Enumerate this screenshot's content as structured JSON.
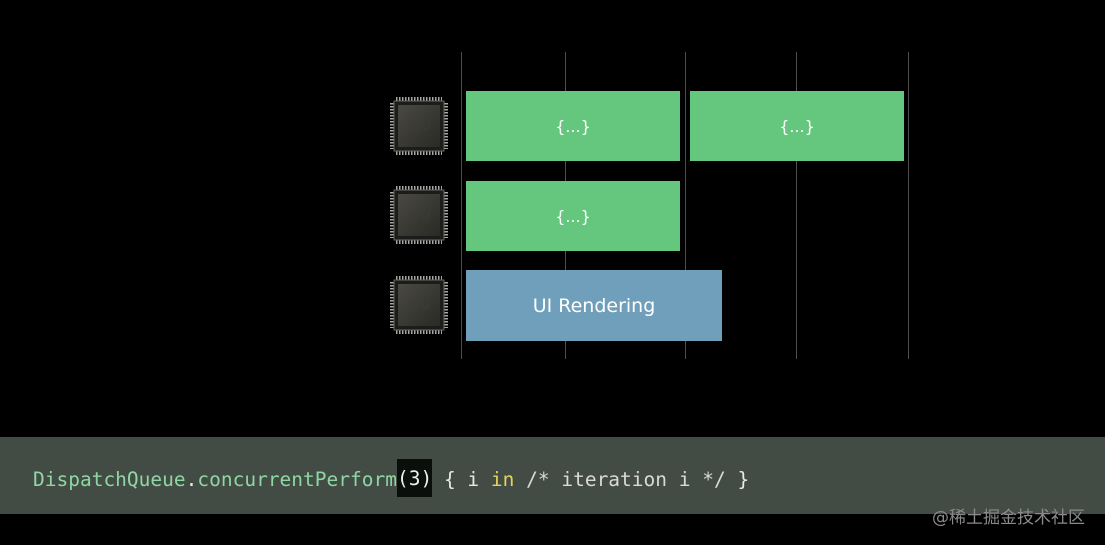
{
  "diagram": {
    "cpu_label": "CPU",
    "cores": [
      {
        "blocks": [
          {
            "label": "{...}",
            "kind": "work"
          },
          {
            "label": "{...}",
            "kind": "work"
          }
        ]
      },
      {
        "blocks": [
          {
            "label": "{...}",
            "kind": "work"
          }
        ]
      },
      {
        "blocks": [
          {
            "label": "UI Rendering",
            "kind": "ui"
          }
        ]
      }
    ],
    "colors": {
      "work_block": "#65c77d",
      "ui_block": "#6f9fba",
      "background": "#000000",
      "gridline": "#4d4d4d"
    }
  },
  "code": {
    "type_name": "DispatchQueue",
    "dot": ".",
    "method": "concurrentPerform",
    "argument": "(3)",
    "open_brace": " { i ",
    "keyword": "in",
    "comment": " /* iteration i */ ",
    "close_brace": "}",
    "bar_color": "#424c45"
  },
  "watermark": "@稀土掘金技术社区"
}
